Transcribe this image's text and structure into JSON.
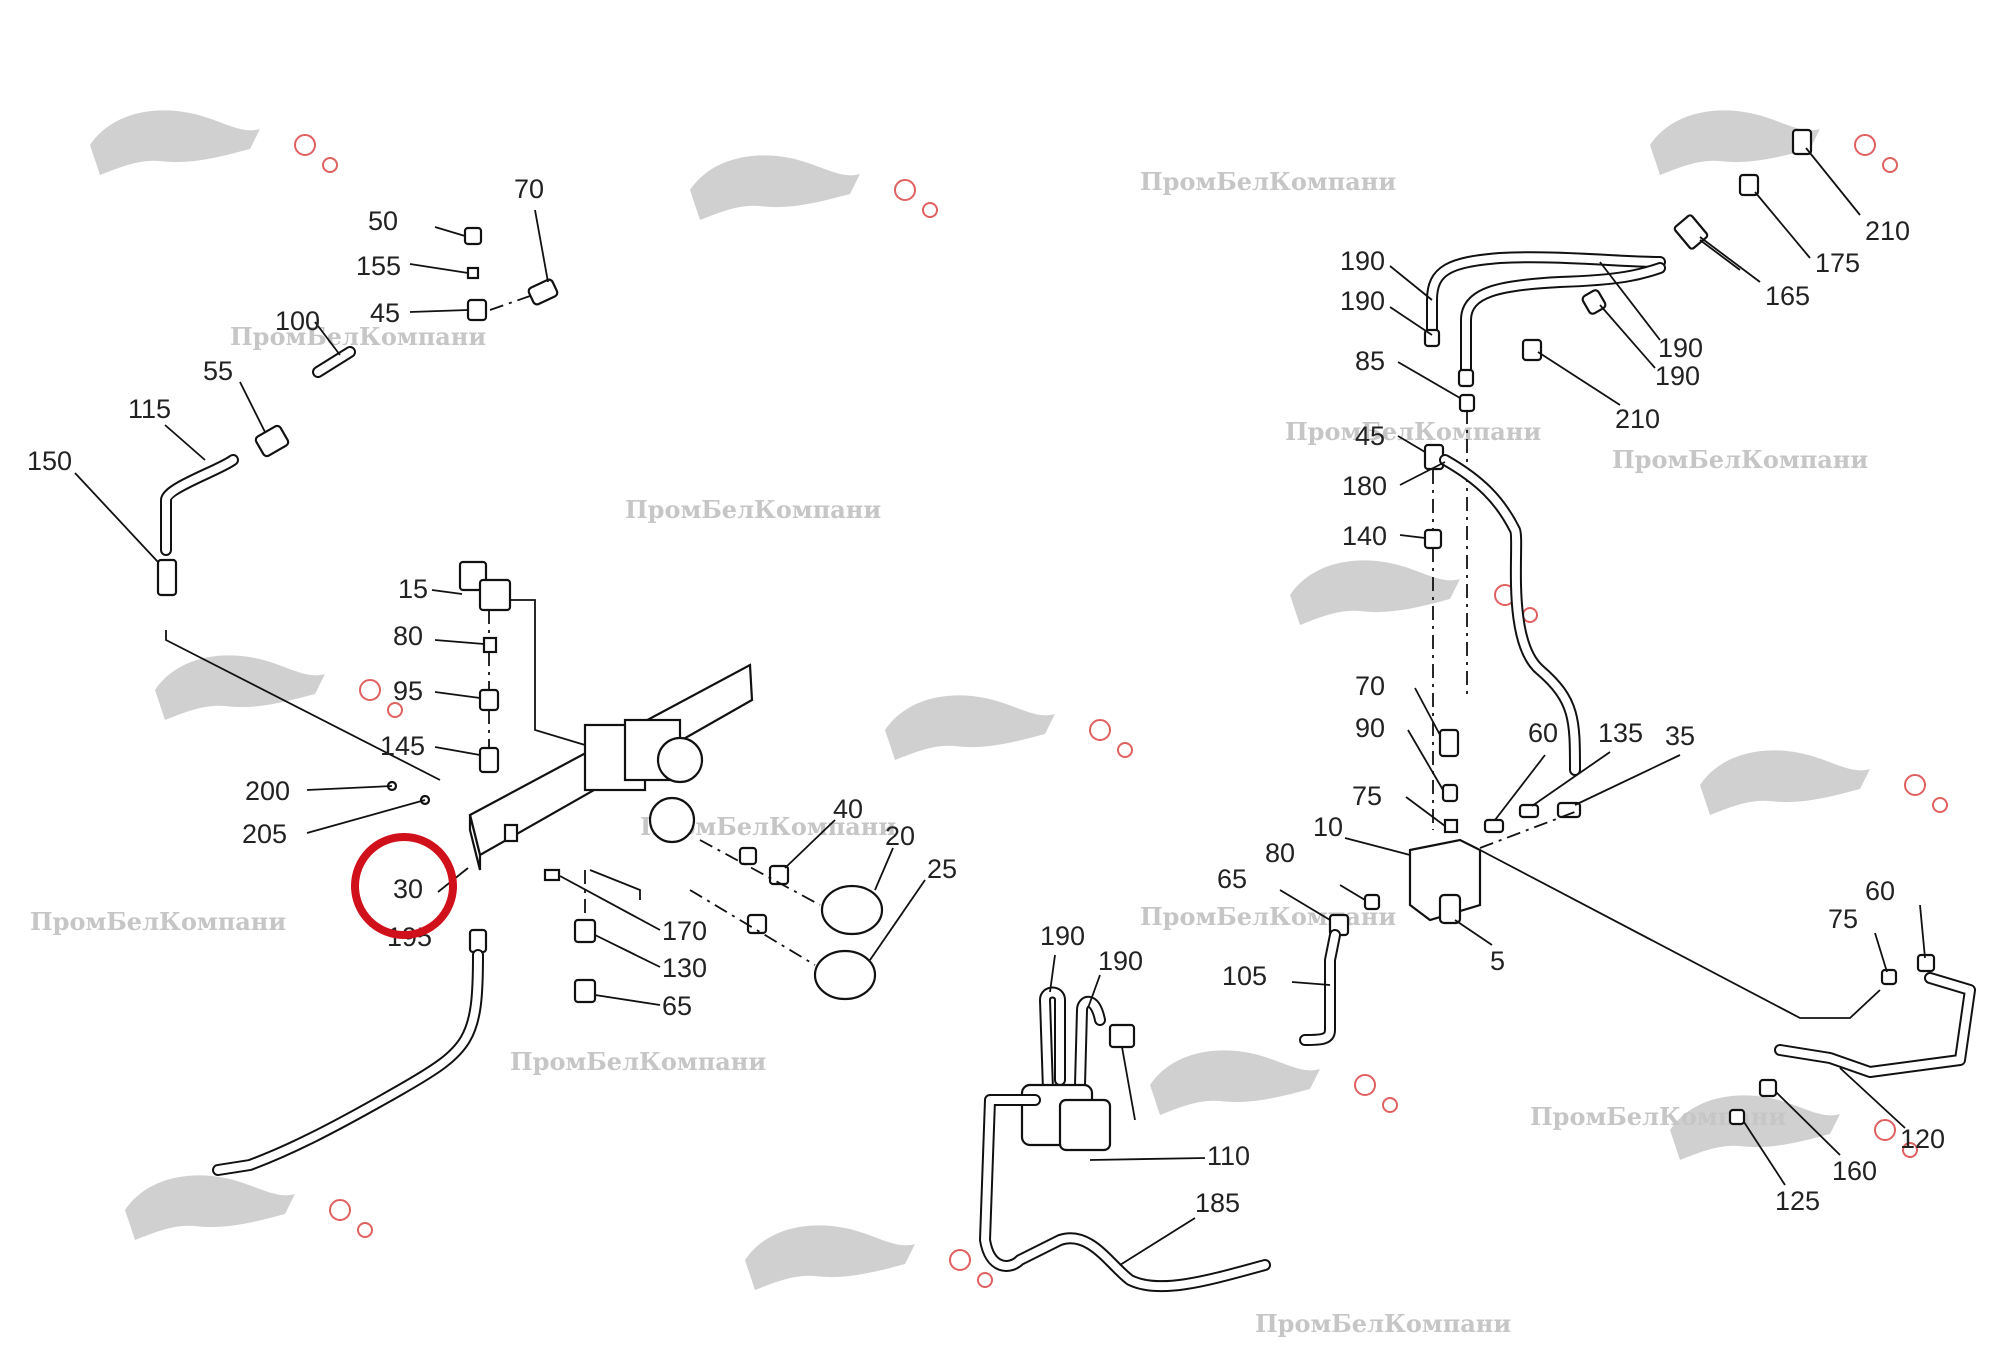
{
  "watermark": {
    "company_text": "ПромБелКомпани",
    "logo_icon": "panther-logo",
    "logo_colors": {
      "cat": "#d0d0d0",
      "gear": "#e06060"
    }
  },
  "highlight": {
    "label": "30",
    "color": "#d0101a"
  },
  "labels": {
    "l50": "50",
    "l70a": "70",
    "l155": "155",
    "l45a": "45",
    "l100": "100",
    "l55": "55",
    "l115": "115",
    "l150": "150",
    "l15": "15",
    "l80a": "80",
    "l95": "95",
    "l145": "145",
    "l200": "200",
    "l205": "205",
    "l30": "30",
    "l195": "195",
    "l40": "40",
    "l20": "20",
    "l25": "25",
    "l170": "170",
    "l130": "130",
    "l65a": "65",
    "l190a": "190",
    "l190b": "190",
    "l85": "85",
    "l45b": "45",
    "l180": "180",
    "l140": "140",
    "l70b": "70",
    "l90": "90",
    "l75a": "75",
    "l10": "10",
    "l80b": "80",
    "l65b": "65",
    "l105": "105",
    "l5": "5",
    "l60a": "60",
    "l135": "135",
    "l35": "35",
    "l210a": "210",
    "l175": "175",
    "l165": "165",
    "l190c": "190",
    "l190d": "190",
    "l210b": "210",
    "l190e": "190",
    "l190f": "190",
    "l110": "110",
    "l185": "185",
    "l75b": "75",
    "l60b": "60",
    "l120": "120",
    "l160": "160",
    "l125": "125"
  }
}
